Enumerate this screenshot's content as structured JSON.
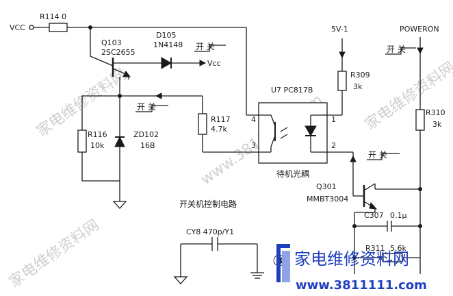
{
  "labels": {
    "vcc_in": "VCC",
    "r114": "R114 0",
    "q103": "Q103",
    "q103_part": "2SC2655",
    "d105": "D105",
    "d105_part": "1N4148",
    "vcc_out": "Vcc",
    "kaiguan": "开 关",
    "r116": "R116",
    "r116_val": "10k",
    "zd102": "ZD102",
    "zd102_val": "16B",
    "r117": "R117",
    "r117_val": "4.7k",
    "u7": "U7 PC817B",
    "pin4": "4",
    "pin3": "3",
    "pin1": "1",
    "pin2": "2",
    "daiji": "待机光耦",
    "v5": "5V-1",
    "r309": "R309",
    "r309_val": "3k",
    "poweron": "POWERON",
    "r310": "R310",
    "r310_val": "3k",
    "q301": "Q301",
    "q301_part": "MMBT3004",
    "c307": "C307",
    "c307_val": "0.1μ",
    "r311": "R311",
    "r311_val": "5.6k",
    "title": "开关机控制电路",
    "cy8": "CY8 470p/Y1",
    "circle3": "③"
  },
  "watermark": {
    "brand": "家电维修资料网",
    "url": "www.3811111.com",
    "faint1": "家电维修资料网",
    "faint2": "www.3811111.com"
  },
  "colors": {
    "ink": "#1a1a1a",
    "brand": "#1f3fbf",
    "watermark": "#cfcfcf"
  }
}
